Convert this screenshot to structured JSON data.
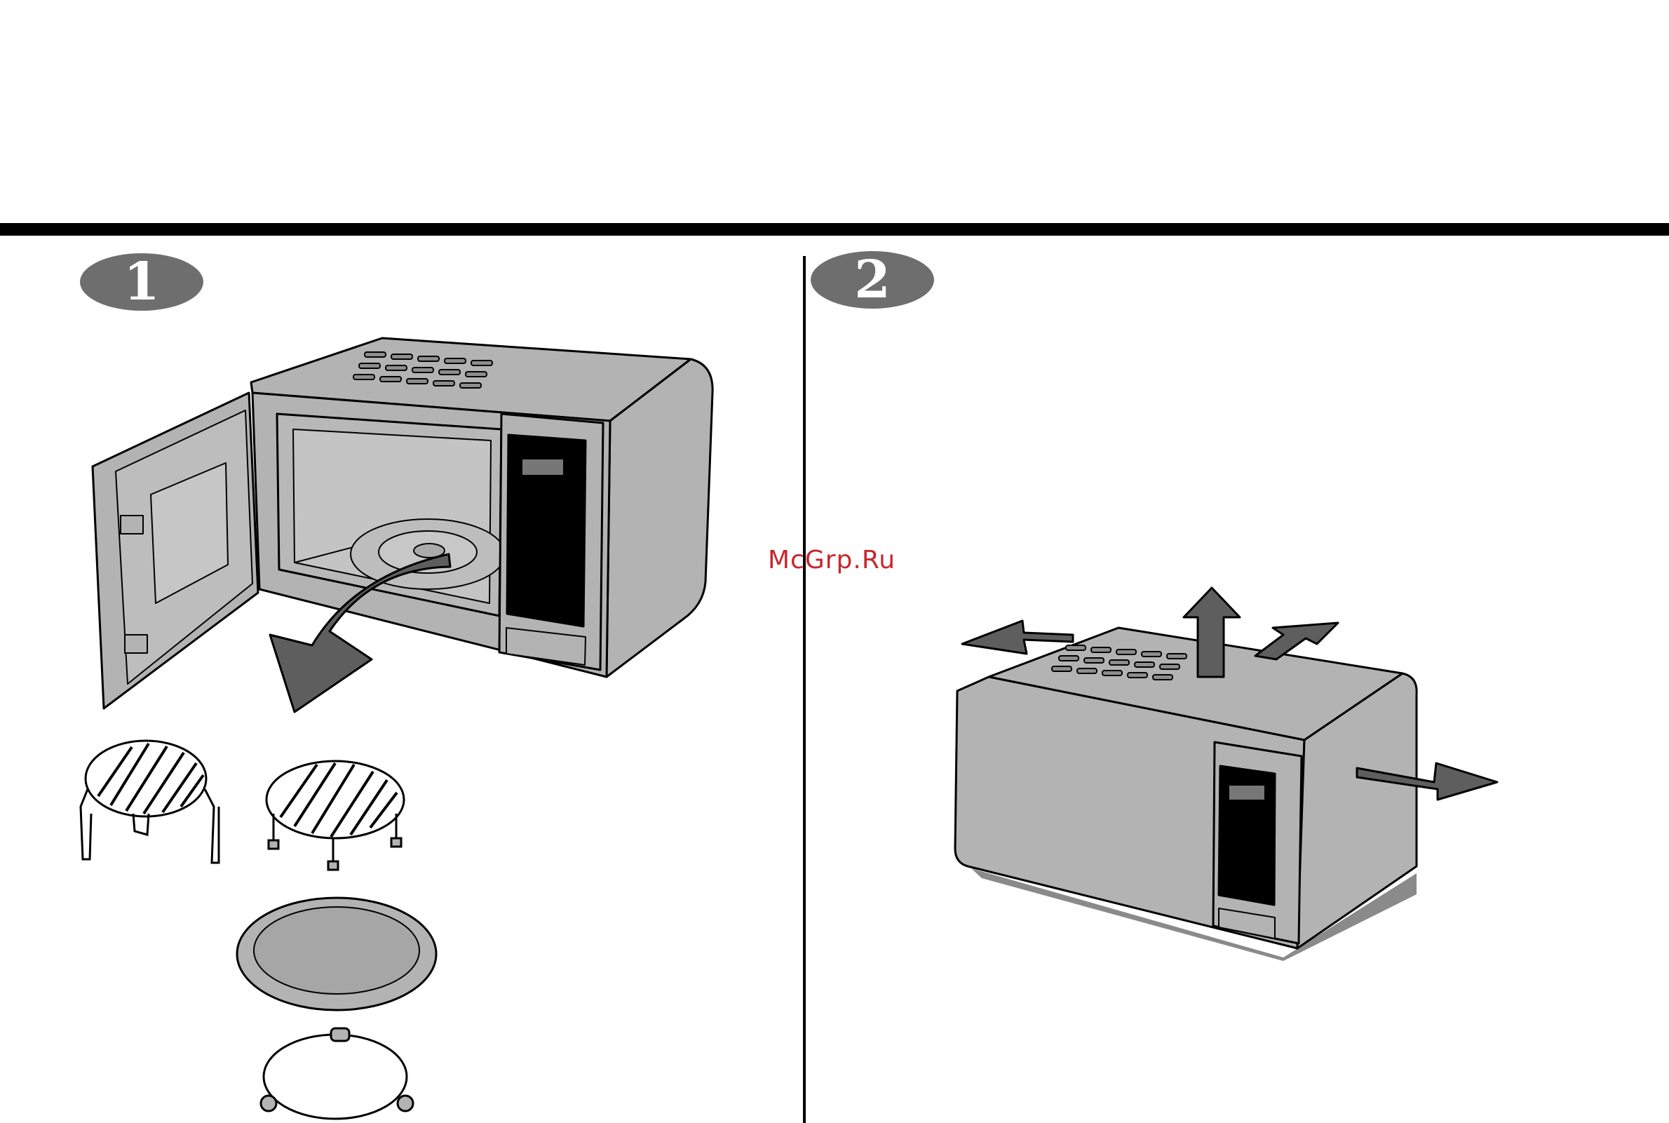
{
  "steps": [
    {
      "number": "1"
    },
    {
      "number": "2"
    }
  ],
  "watermark": {
    "text": "McGrp.Ru"
  },
  "colors": {
    "appliance_body": "#b3b3b3",
    "arrow": "#5e5e5e",
    "badge": "#6e6e6e",
    "watermark": "#c8262e"
  },
  "illustrations": {
    "step1": [
      "microwave-open-door",
      "turntable-removal-arrow",
      "high-rack",
      "low-rack",
      "glass-tray",
      "roller-ring"
    ],
    "step2": [
      "microwave-closed",
      "ventilation-clearance-arrows"
    ]
  }
}
